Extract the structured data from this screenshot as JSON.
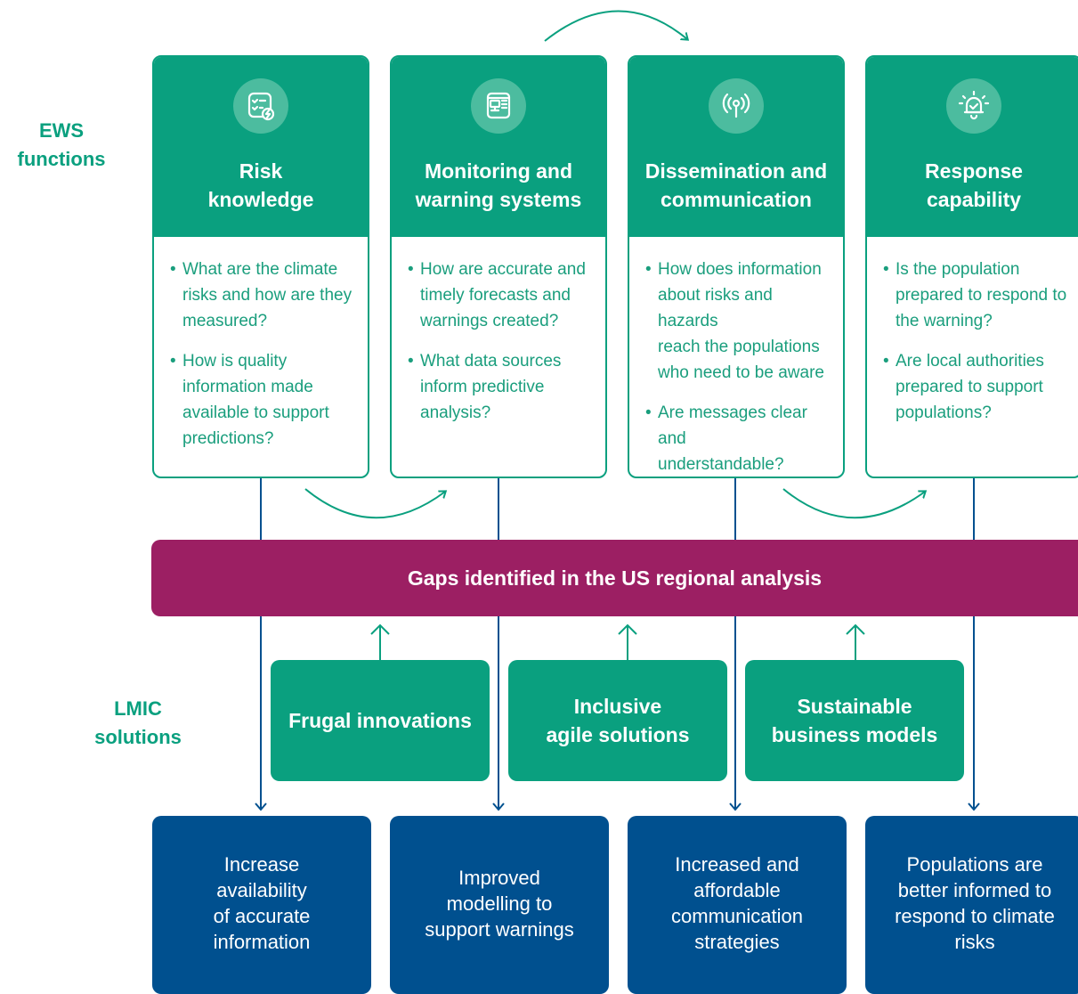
{
  "labels": {
    "ews": [
      "EWS",
      "functions"
    ],
    "lmic": [
      "LMIC",
      "solutions"
    ]
  },
  "functions": [
    {
      "icon": "checklist-icon",
      "title": [
        "Risk",
        "knowledge"
      ],
      "questions": [
        [
          "What are the climate",
          "risks and how are they",
          "measured?"
        ],
        [
          "How is quality",
          "information made",
          "available to support",
          "predictions?"
        ]
      ]
    },
    {
      "icon": "monitor-icon",
      "title": [
        "Monitoring and",
        "warning systems"
      ],
      "questions": [
        [
          "How are accurate and",
          "timely forecasts and",
          "warnings created?"
        ],
        [
          "What data sources",
          "inform predictive",
          "analysis?"
        ]
      ]
    },
    {
      "icon": "broadcast-icon",
      "title": [
        "Dissemination and",
        "communication"
      ],
      "questions": [
        [
          "How does information",
          "about risks and hazards",
          "reach the populations",
          "who need to be aware"
        ],
        [
          "Are messages clear and",
          "understandable?"
        ]
      ]
    },
    {
      "icon": "alarm-bell-icon",
      "title": [
        "Response",
        "capability"
      ],
      "questions": [
        [
          "Is the population",
          "prepared to respond to",
          "the warning?"
        ],
        [
          "Are local authorities",
          "prepared to support",
          "populations?"
        ]
      ]
    }
  ],
  "gaps": "Gaps identified in the US regional analysis",
  "solutions": [
    [
      "Frugal innovations"
    ],
    [
      "Inclusive",
      "agile solutions"
    ],
    [
      "Sustainable",
      "business models"
    ]
  ],
  "outcomes": [
    [
      "Increase",
      "availability",
      "of accurate",
      "information"
    ],
    [
      "Improved",
      "modelling to",
      "support warnings"
    ],
    [
      "Increased and",
      "affordable",
      "communication",
      "strategies"
    ],
    [
      "Populations are",
      "better informed to",
      "respond to climate",
      "risks"
    ]
  ],
  "colors": {
    "green": "#0aa07f",
    "icon_circle": "#4cbc9f",
    "purple": "#9c1f63",
    "blue": "#00508f",
    "question_text": "#1a9e7d"
  }
}
